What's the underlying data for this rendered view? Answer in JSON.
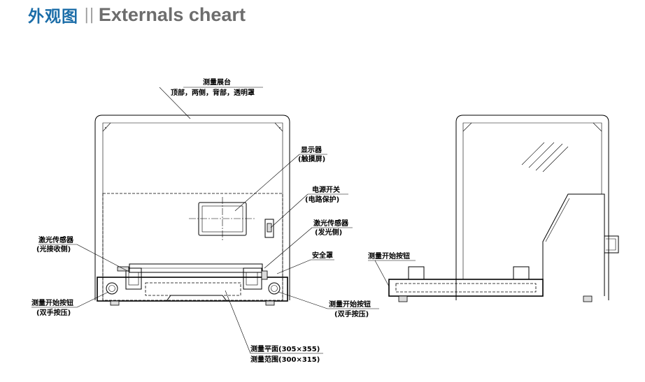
{
  "header": {
    "title_cn": "外观图",
    "separator": "||",
    "title_en": "Externals cheart"
  },
  "labels": {
    "housing": "测量展台",
    "housing_parts": "顶部，两侧，背部，透明罩",
    "display": "显示器",
    "display_sub": "(触摸屏)",
    "power": "电源开关",
    "power_sub": "(电路保护)",
    "laser_emit": "激光传感器",
    "laser_emit_sub": "(发光侧)",
    "laser_recv": "激光传感器",
    "laser_recv_sub": "(光接收侧)",
    "safety_cover": "安全罩",
    "start_left": "测量开始按钮",
    "start_left_sub": "(双手按压)",
    "start_right": "测量开始按钮",
    "start_right_sub": "(双手按压)",
    "start_side": "测量开始按钮",
    "plane": "测量平面(305×355)",
    "range": "测量范围(300×315)"
  }
}
